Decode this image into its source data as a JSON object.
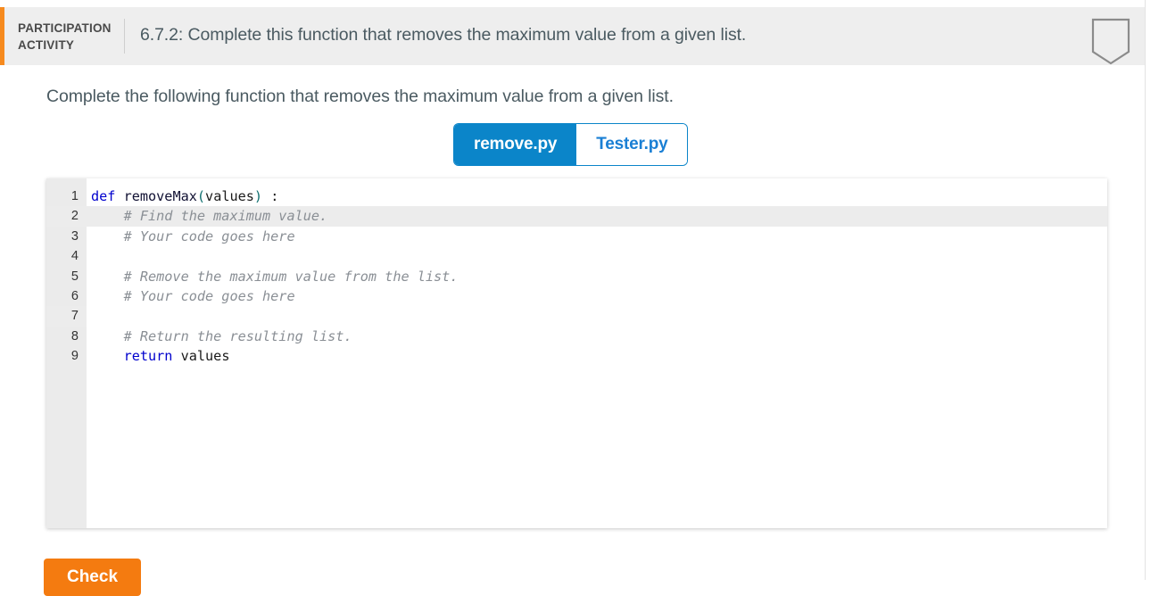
{
  "header": {
    "kicker_line1": "PARTICIPATION",
    "kicker_line2": "ACTIVITY",
    "title": "6.7.2: Complete this function that removes the maximum value from a given list.",
    "accent_color": "#f68a1e",
    "background_color": "#eeeeee",
    "bookmark_icon": "bookmark-outline-icon"
  },
  "prompt": {
    "text": "Complete the following function that removes the maximum value from a given list."
  },
  "tabs": {
    "active_index": 0,
    "active_color": "#0b85c9",
    "inactive_text_color": "#1a7fd4",
    "items": [
      {
        "label": "remove.py",
        "active": true
      },
      {
        "label": "Tester.py",
        "active": false
      }
    ]
  },
  "editor": {
    "language": "python",
    "highlighted_line": 2,
    "gutter_background": "#ebebeb",
    "highlight_background": "#ececec",
    "line_numbers": [
      "1",
      "2",
      "3",
      "4",
      "5",
      "6",
      "7",
      "8",
      "9"
    ],
    "lines": [
      {
        "number": "1",
        "highlight": "none",
        "tokens": [
          {
            "t": "def",
            "k": "kw"
          },
          {
            "t": " ",
            "k": "name"
          },
          {
            "t": "removeMax",
            "k": "fn"
          },
          {
            "t": "(",
            "k": "punct"
          },
          {
            "t": "values",
            "k": "name"
          },
          {
            "t": ")",
            "k": "punct"
          },
          {
            "t": " :",
            "k": "name"
          }
        ],
        "plain": "def removeMax(values) :"
      },
      {
        "number": "2",
        "highlight": "full",
        "tokens": [
          {
            "t": "    # Find the maximum value.",
            "k": "comment"
          }
        ],
        "plain": "    # Find the maximum value."
      },
      {
        "number": "3",
        "highlight": "none",
        "tokens": [
          {
            "t": "    # Your code goes here",
            "k": "comment"
          }
        ],
        "plain": "    # Your code goes here"
      },
      {
        "number": "4",
        "highlight": "none",
        "tokens": [],
        "plain": ""
      },
      {
        "number": "5",
        "highlight": "none",
        "tokens": [
          {
            "t": "    # Remove the maximum value from the list.",
            "k": "comment"
          }
        ],
        "plain": "    # Remove the maximum value from the list."
      },
      {
        "number": "6",
        "highlight": "none",
        "tokens": [
          {
            "t": "    # Your code goes here",
            "k": "comment"
          }
        ],
        "plain": "    # Your code goes here"
      },
      {
        "number": "7",
        "highlight": "gutter",
        "tokens": [],
        "plain": ""
      },
      {
        "number": "8",
        "highlight": "none",
        "tokens": [
          {
            "t": "    # Return the resulting list.",
            "k": "comment"
          }
        ],
        "plain": "    # Return the resulting list."
      },
      {
        "number": "9",
        "highlight": "none",
        "tokens": [
          {
            "t": "    ",
            "k": "name"
          },
          {
            "t": "return",
            "k": "kw"
          },
          {
            "t": " values",
            "k": "name"
          }
        ],
        "plain": "    return values"
      }
    ]
  },
  "footer": {
    "check_label": "Check",
    "check_color": "#f47b10"
  }
}
